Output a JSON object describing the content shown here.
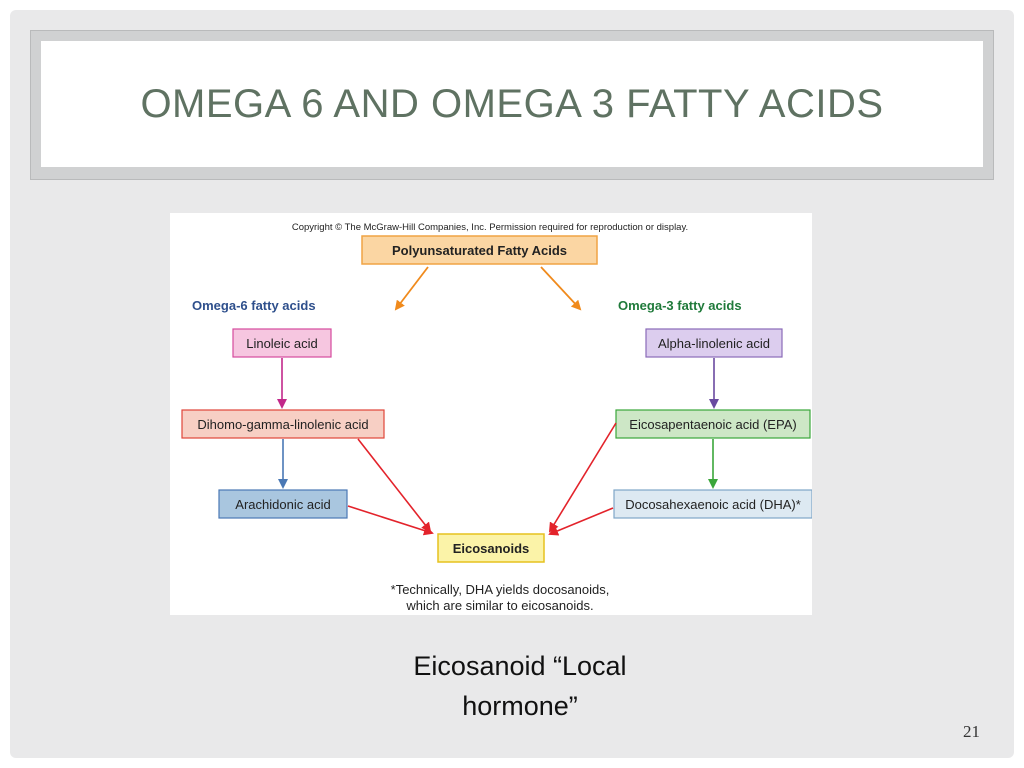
{
  "slide": {
    "title": "OMEGA 6 AND OMEGA 3 FATTY ACIDS",
    "caption_line1": "Eicosanoid  “Local",
    "caption_line2": "hormone”",
    "page_number": "21"
  },
  "figure": {
    "copyright": "Copyright © The McGraw-Hill Companies, Inc. Permission required for reproduction or display.",
    "root": "Polyunsaturated Fatty Acids",
    "omega6_heading": "Omega-6 fatty acids",
    "omega3_heading": "Omega-3 fatty acids",
    "omega6_nodes": [
      "Linoleic acid",
      "Dihomo-gamma-linolenic acid",
      "Arachidonic acid"
    ],
    "omega3_nodes": [
      "Alpha-linolenic acid",
      "Eicosapentaenoic acid (EPA)",
      "Docosahexaenoic acid (DHA)*"
    ],
    "target": "Eicosanoids",
    "footnote_line1": "*Technically, DHA yields docosanoids,",
    "footnote_line2": "which are similar to eicosanoids."
  },
  "colors": {
    "title": "#5f7262",
    "omega6_heading": "#2e4f8c",
    "omega3_heading": "#1f7a3a",
    "root_fill": "#fbd6a3",
    "linoleic_fill": "#f6c6e0",
    "dihomo_fill": "#f7cfc4",
    "arachidonic_fill": "#a9c6df",
    "alpha_fill": "#dccdee",
    "epa_fill": "#cde7c6",
    "dha_fill": "#dde9f2",
    "eicosanoids_fill": "#fbf3a8"
  }
}
